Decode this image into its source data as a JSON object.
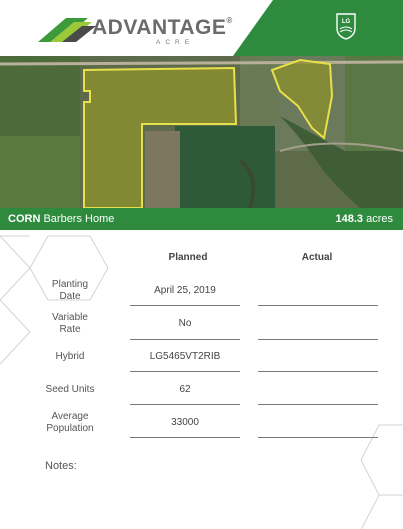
{
  "header": {
    "logo_text": "ADVANTAGE",
    "logo_reg": "®",
    "logo_sub": "ACRE",
    "badge_text": "LG"
  },
  "field": {
    "crop": "CORN",
    "name": "Barbers Home",
    "acres_value": "148.3",
    "acres_unit": "acres"
  },
  "columns": {
    "planned": "Planned",
    "actual": "Actual"
  },
  "rows": [
    {
      "label_line1": "Planting",
      "label_line2": "Date",
      "planned": "April 25, 2019",
      "actual": ""
    },
    {
      "label_line1": "Variable",
      "label_line2": "Rate",
      "planned": "No",
      "actual": ""
    },
    {
      "label_line1": "Hybrid",
      "label_line2": "",
      "planned": "LG5465VT2RIB",
      "actual": ""
    },
    {
      "label_line1": "Seed Units",
      "label_line2": "",
      "planned": "62",
      "actual": ""
    },
    {
      "label_line1": "Average",
      "label_line2": "Population",
      "planned": "33000",
      "actual": ""
    }
  ],
  "notes_label": "Notes:",
  "colors": {
    "brand_green": "#2e8b3e",
    "field_outline": "#e8e04a"
  }
}
